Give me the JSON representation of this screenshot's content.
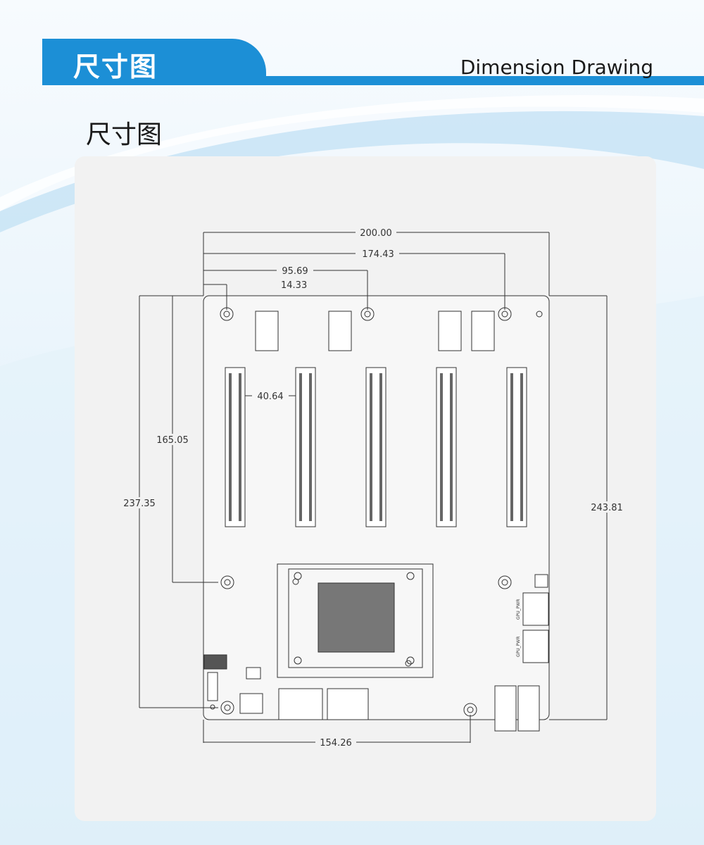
{
  "header": {
    "title_cn": "尺寸图",
    "title_en": "Dimension Drawing"
  },
  "section": {
    "title": "尺寸图"
  },
  "colors": {
    "brand_blue": "#1c8fd6",
    "panel_bg": "#f2f2f2",
    "line": "#333333"
  },
  "dimensions": {
    "width_total": "200.00",
    "hole_right": "174.43",
    "hole_mid": "95.69",
    "hole_left": "14.33",
    "slot_pitch": "40.64",
    "hole_vertical_inner": "165.05",
    "hole_vertical_outer": "237.35",
    "height_total": "243.81",
    "hole_bottom": "154.26"
  },
  "labels": {
    "gpu_pwr": "GPU_PWR"
  }
}
